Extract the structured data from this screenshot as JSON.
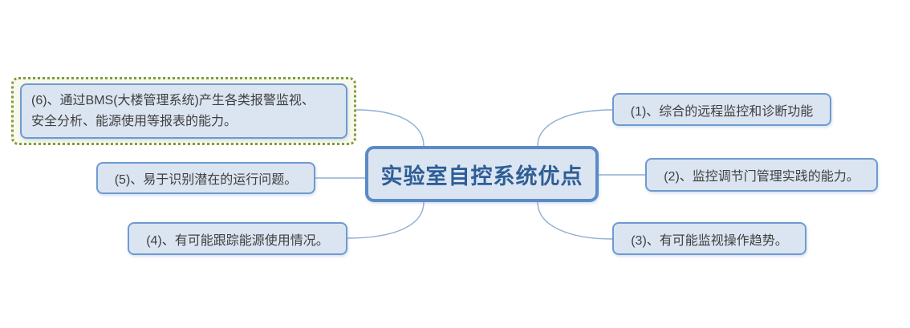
{
  "colors": {
    "canvas-bg": "#ffffff",
    "node-fill": "#dbe5f1",
    "branch-border": "#6f9ad0",
    "branch-text": "#3f3f3f",
    "central-border": "#5b8ac6",
    "central-text": "#2e5e96",
    "connector": "#8fafd4",
    "selection-border": "#7e9d3e",
    "selection-fill": "#f8f9ec"
  },
  "map": {
    "central": {
      "label": "实验室自控系统优点"
    },
    "branches": [
      {
        "id": "1",
        "side": "right",
        "selected": false,
        "label": "(1)、综合的远程监控和诊断功能"
      },
      {
        "id": "2",
        "side": "right",
        "selected": false,
        "label": "(2)、监控调节门管理实践的能力。"
      },
      {
        "id": "3",
        "side": "right",
        "selected": false,
        "label": "(3)、有可能监视操作趋势。"
      },
      {
        "id": "4",
        "side": "left",
        "selected": false,
        "label": "(4)、有可能跟踪能源使用情况。"
      },
      {
        "id": "5",
        "side": "left",
        "selected": false,
        "label": "(5)、易于识别潜在的运行问题。"
      },
      {
        "id": "6",
        "side": "left",
        "selected": true,
        "label": "(6)、通过BMS(大楼管理系统)产生各类报警监视、\n安全分析、能源使用等报表的能力。"
      }
    ]
  }
}
